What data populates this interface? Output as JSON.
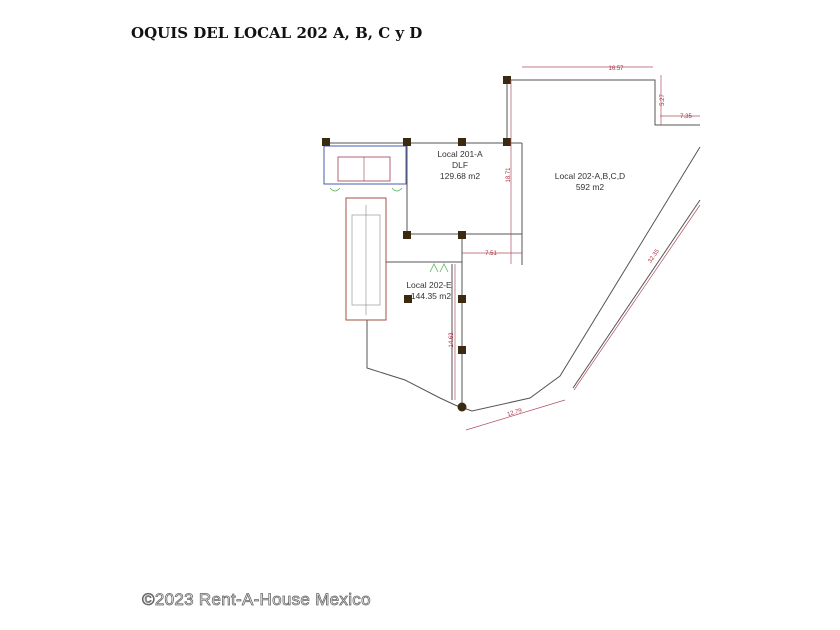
{
  "title": "OQUIS DEL LOCAL 202 A, B, C y D",
  "units": [
    {
      "name": "Local  201-A",
      "sub": "DLF",
      "area": "129.68 m2"
    },
    {
      "name": "Local 202-A,B,C,D",
      "area": "592 m2"
    },
    {
      "name": "Local 202-E",
      "area": "144.35 m2"
    }
  ],
  "dimensions": {
    "top": "16.57",
    "right_short": "5.27",
    "right_step": "7.35",
    "middle_vertical": "18.71",
    "middle_horizontal": "7.51",
    "lower_vertical": "14.63",
    "bottom_curve": "12.79",
    "diagonal": "32.35"
  },
  "watermark": "©2023 Rent-A-House Mexico",
  "colors": {
    "dimension": "#b03040",
    "door": "#5ab35a",
    "column": "#3a2a10"
  }
}
